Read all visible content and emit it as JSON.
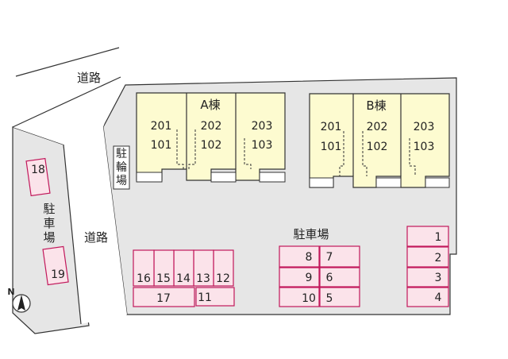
{
  "roads": {
    "top_road_label": "道路",
    "left_road_label": "道路"
  },
  "buildings": {
    "a": {
      "name": "A棟",
      "upper_units": [
        "201",
        "202",
        "203"
      ],
      "lower_units": [
        "101",
        "102",
        "103"
      ]
    },
    "b": {
      "name": "B棟",
      "upper_units": [
        "201",
        "202",
        "203"
      ],
      "lower_units": [
        "101",
        "102",
        "103"
      ]
    }
  },
  "bicycle_parking": {
    "label": "駐輪場"
  },
  "parking": {
    "main_label": "駐車場",
    "side_label": "駐車場",
    "spaces": [
      "1",
      "2",
      "3",
      "4",
      "5",
      "6",
      "7",
      "8",
      "9",
      "10",
      "11",
      "12",
      "13",
      "14",
      "15",
      "16",
      "17",
      "18",
      "19"
    ]
  },
  "compass": {
    "north_label": "N"
  },
  "colors": {
    "building_fill": "#fdfbd0",
    "parking_fill": "#fbe3ea",
    "parking_stroke": "#c2185b",
    "site_stroke": "#333333"
  }
}
